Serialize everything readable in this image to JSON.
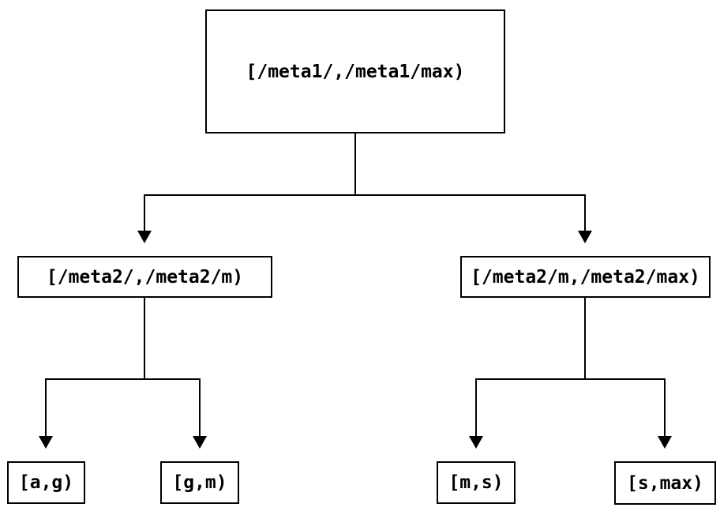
{
  "diagram": {
    "type": "tree",
    "description": "Key-range partition tree with three levels",
    "colors": {
      "background": "#ffffff",
      "line": "#000000",
      "box_border": "#000000",
      "text": "#000000"
    },
    "nodes": [
      {
        "id": "root",
        "level": 0,
        "label": "[/meta1/,/meta1/max)"
      },
      {
        "id": "left-mid",
        "level": 1,
        "label": "[/meta2/,/meta2/m)"
      },
      {
        "id": "right-mid",
        "level": 1,
        "label": "[/meta2/m,/meta2/max)"
      },
      {
        "id": "leaf-ag",
        "level": 2,
        "label": "[a,g)"
      },
      {
        "id": "leaf-gm",
        "level": 2,
        "label": "[g,m)"
      },
      {
        "id": "leaf-ms",
        "level": 2,
        "label": "[m,s)"
      },
      {
        "id": "leaf-smax",
        "level": 2,
        "label": "[s,max)"
      }
    ],
    "edges": [
      {
        "from": "root",
        "to": "left-mid"
      },
      {
        "from": "root",
        "to": "right-mid"
      },
      {
        "from": "left-mid",
        "to": "leaf-ag"
      },
      {
        "from": "left-mid",
        "to": "leaf-gm"
      },
      {
        "from": "right-mid",
        "to": "leaf-ms"
      },
      {
        "from": "right-mid",
        "to": "leaf-smax"
      }
    ]
  }
}
